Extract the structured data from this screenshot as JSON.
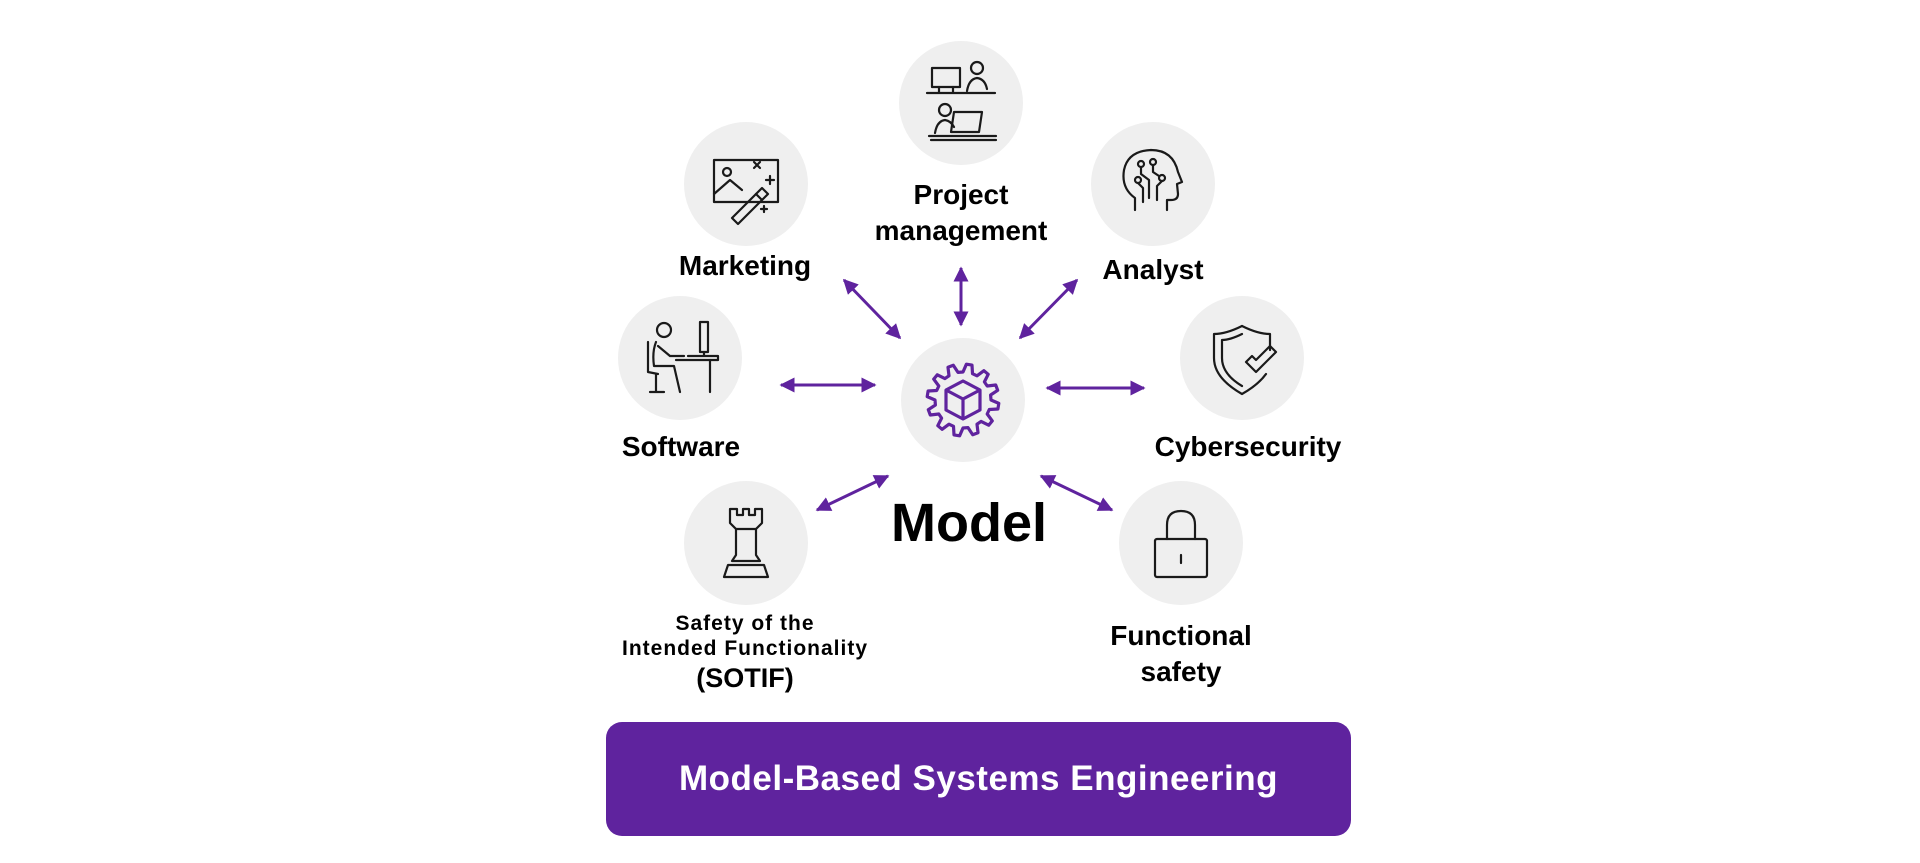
{
  "colors": {
    "accent": "#5f239e",
    "circle": "#efefef",
    "icon": "#1a1a1a"
  },
  "center": {
    "label": "Model",
    "icon": "gear-box-icon"
  },
  "disciplines": [
    {
      "id": "project-management",
      "lines": [
        "Project",
        "management"
      ],
      "icon": "people-at-computers-icon"
    },
    {
      "id": "marketing",
      "lines": [
        "Marketing"
      ],
      "icon": "image-magic-wand-icon"
    },
    {
      "id": "analyst",
      "lines": [
        "Analyst"
      ],
      "icon": "ai-head-icon"
    },
    {
      "id": "software",
      "lines": [
        "Software"
      ],
      "icon": "person-at-desk-icon"
    },
    {
      "id": "cybersecurity",
      "lines": [
        "Cybersecurity"
      ],
      "icon": "shield-check-icon"
    },
    {
      "id": "sotif",
      "lines": [
        "Safety of the",
        "Intended Functionality",
        "(SOTIF)"
      ],
      "icon": "chess-rook-icon"
    },
    {
      "id": "functional-safety",
      "lines": [
        "Functional",
        "safety"
      ],
      "icon": "padlock-icon"
    }
  ],
  "banner": {
    "label": "Model-Based Systems Engineering"
  }
}
